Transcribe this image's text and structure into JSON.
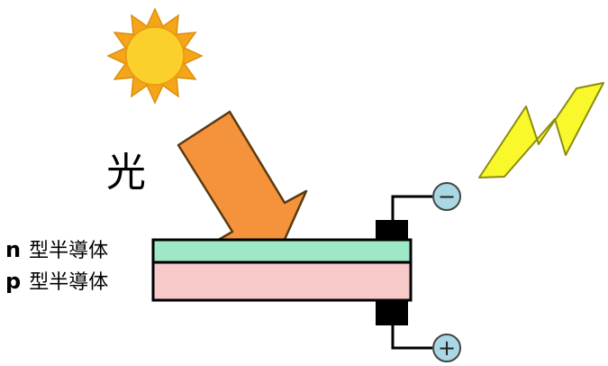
{
  "labels": {
    "light": "光",
    "n_prefix": "n",
    "n_suffix": "型半導体",
    "p_prefix": "p",
    "p_suffix": "型半導体",
    "terminal_negative": "−",
    "terminal_positive": "+"
  },
  "icons": {
    "sun": "sun-icon",
    "arrow": "arrow-icon",
    "lightning": "lightning-bolt-icon"
  },
  "colors": {
    "sun_fill": "#f6a418",
    "sun_core": "#fcd02a",
    "arrow_fill": "#f4933c",
    "n_layer": "#9ee8c6",
    "p_layer": "#f8c9c9",
    "terminal_fill": "#a9d8e4",
    "lightning": "#f8f82a",
    "electrode": "#000000"
  }
}
